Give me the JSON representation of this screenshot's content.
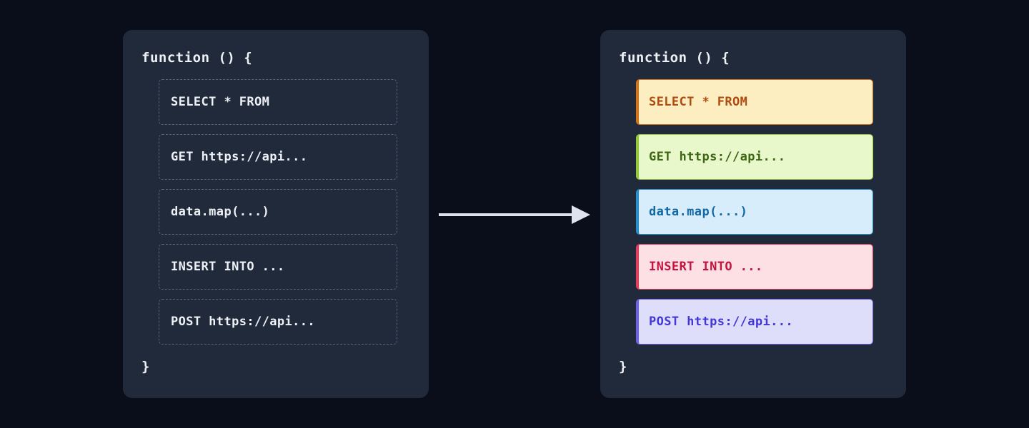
{
  "theme": {
    "page_bg": "#0a0e1a",
    "panel_bg": "#212a3a",
    "panel_text": "#eef1f6",
    "dashed_border": "#5a6578",
    "arrow_color": "#dde3ef"
  },
  "arrow": {
    "icon": "arrow-right-icon",
    "direction": "right",
    "color": "#dde3ef"
  },
  "panels": [
    {
      "id": "before",
      "name": "unhighlighted-code-panel",
      "open_brace": "function () {",
      "close_brace": "}",
      "style": "dashed",
      "rows": [
        {
          "code": "SELECT * FROM"
        },
        {
          "code": "GET https://api..."
        },
        {
          "code": "data.map(...)"
        },
        {
          "code": "INSERT INTO ..."
        },
        {
          "code": "POST https://api..."
        }
      ]
    },
    {
      "id": "after",
      "name": "highlighted-code-panel",
      "open_brace": "function () {",
      "close_brace": "}",
      "style": "highlighted",
      "rows": [
        {
          "code": "SELECT * FROM",
          "kind": "sql-select",
          "bg": "#fdeec2",
          "border": "#d2751a",
          "text": "#b04b10"
        },
        {
          "code": "GET https://api...",
          "kind": "http-get",
          "bg": "#e9f8ca",
          "border": "#94c93a",
          "text": "#3d6614"
        },
        {
          "code": "data.map(...)",
          "kind": "js-map",
          "bg": "#d7edfb",
          "border": "#2a8fc4",
          "text": "#1069a4"
        },
        {
          "code": "INSERT INTO ...",
          "kind": "sql-insert",
          "bg": "#fde0e4",
          "border": "#e0405e",
          "text": "#c31340"
        },
        {
          "code": "POST https://api...",
          "kind": "http-post",
          "bg": "#dedefb",
          "border": "#6f63e0",
          "text": "#4338d6"
        }
      ]
    }
  ]
}
